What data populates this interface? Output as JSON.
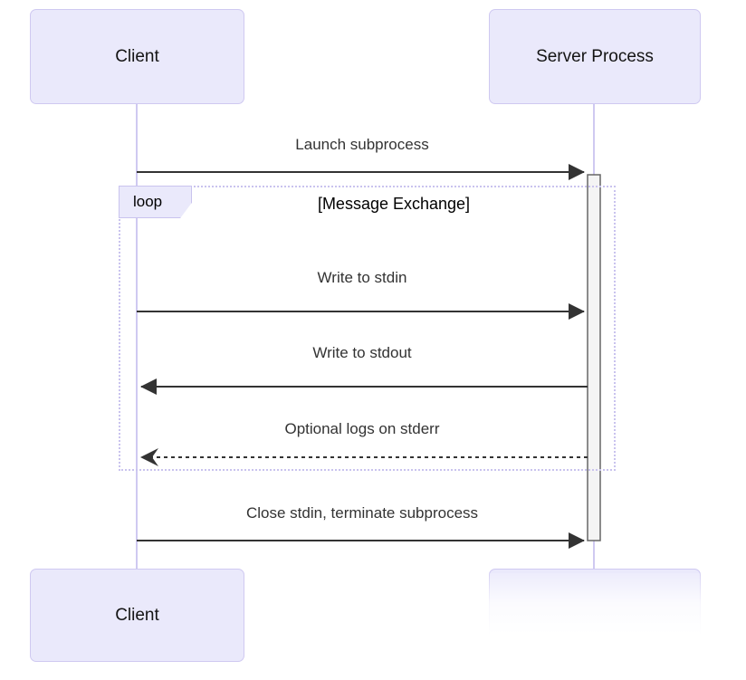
{
  "diagram": {
    "type": "sequence",
    "actors": [
      {
        "id": "client",
        "label": "Client"
      },
      {
        "id": "server",
        "label": "Server Process",
        "bottom_box_faded": true
      }
    ],
    "loop": {
      "label": "loop",
      "title": "[Message Exchange]"
    },
    "messages": [
      {
        "index": 1,
        "text": "Launch subprocess",
        "from": "client",
        "to": "server",
        "line": "solid",
        "inside_loop": false
      },
      {
        "index": 2,
        "text": "Write to stdin",
        "from": "client",
        "to": "server",
        "line": "solid",
        "inside_loop": true
      },
      {
        "index": 3,
        "text": "Write to stdout",
        "from": "server",
        "to": "client",
        "line": "solid",
        "inside_loop": true
      },
      {
        "index": 4,
        "text": "Optional logs on stderr",
        "from": "server",
        "to": "client",
        "line": "dashed",
        "inside_loop": true
      },
      {
        "index": 5,
        "text": "Close stdin, terminate subprocess",
        "from": "client",
        "to": "server",
        "line": "solid",
        "inside_loop": false
      }
    ],
    "activation": {
      "on": "server",
      "note": "activation bar on Server Process lifeline spanning messages 1-5"
    },
    "colors": {
      "actor_fill": "#EAE9FB",
      "actor_border": "#CFC9F1",
      "lifeline": "#CFC9F1",
      "loop_border": "#C9C3EE",
      "arrow": "#333333",
      "text": "#333333",
      "activation_fill": "#F4F4F4",
      "activation_border": "#666666",
      "background": "#FFFFFF"
    }
  }
}
